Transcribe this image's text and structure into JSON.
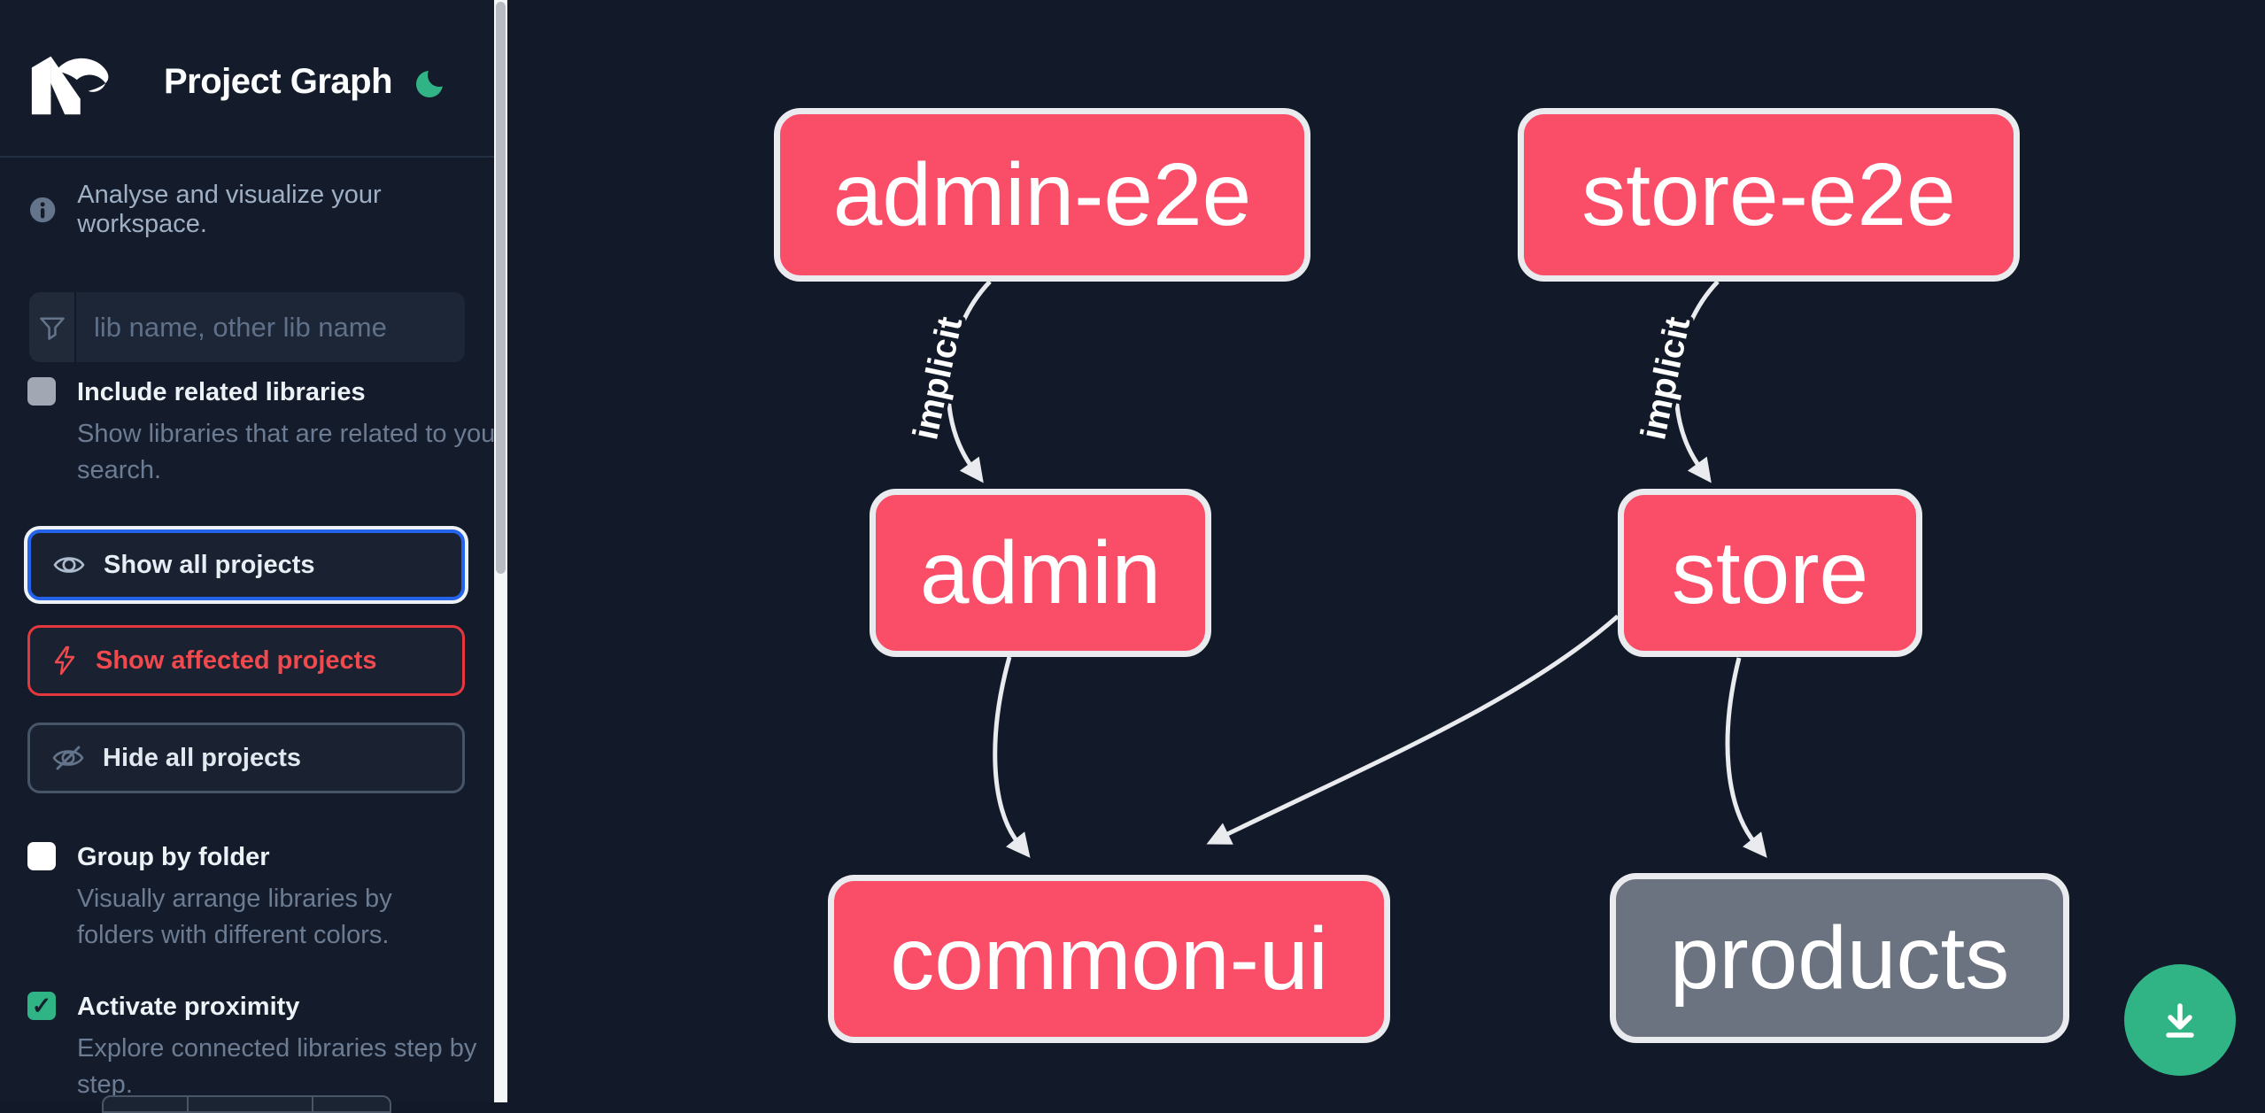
{
  "app": {
    "title": "Project Graph"
  },
  "sidebar": {
    "tagline": "Analyse and visualize your workspace.",
    "search": {
      "placeholder": "lib name, other lib name",
      "value": ""
    },
    "options": [
      {
        "label": "Include related libraries",
        "description": "Show libraries that are related to your search.",
        "checked": false,
        "muted": true
      },
      {
        "label": "Group by folder",
        "description": "Visually arrange libraries by folders with different colors.",
        "checked": false,
        "muted": false
      },
      {
        "label": "Activate proximity",
        "description": "Explore connected libraries step by step.",
        "checked": true,
        "muted": false
      }
    ],
    "actions": [
      {
        "label": "Show all projects",
        "icon": "eye-icon"
      },
      {
        "label": "Show affected projects",
        "icon": "lightning-bolt-icon"
      },
      {
        "label": "Hide all projects",
        "icon": "eye-off-icon"
      }
    ]
  },
  "graph": {
    "nodes": [
      {
        "id": "admin-e2e",
        "label": "admin-e2e",
        "kind": "affected"
      },
      {
        "id": "store-e2e",
        "label": "store-e2e",
        "kind": "affected"
      },
      {
        "id": "admin",
        "label": "admin",
        "kind": "affected"
      },
      {
        "id": "store",
        "label": "store",
        "kind": "affected"
      },
      {
        "id": "common-ui",
        "label": "common-ui",
        "kind": "affected"
      },
      {
        "id": "products",
        "label": "products",
        "kind": "normal"
      }
    ],
    "edges": [
      {
        "from": "admin-e2e",
        "to": "admin",
        "label": "implicit"
      },
      {
        "from": "store-e2e",
        "to": "store",
        "label": "implicit"
      },
      {
        "from": "admin",
        "to": "common-ui",
        "label": ""
      },
      {
        "from": "store",
        "to": "common-ui",
        "label": ""
      },
      {
        "from": "store",
        "to": "products",
        "label": ""
      }
    ]
  },
  "fab": {
    "action": "download"
  },
  "icons": {
    "logo": "nx-logo",
    "theme_toggle": "moon-icon",
    "info": "info-circle-icon",
    "search": "filter-funnel-icon",
    "download": "download-icon",
    "checked": "checkmark-icon"
  },
  "colors": {
    "affected_node": "#f94d68",
    "normal_node": "#6b7280",
    "edge": "#e9ebee",
    "accent_green": "#30b485",
    "focus_blue": "#2563eb",
    "danger_red": "#e5383e",
    "canvas_bg": "#121928",
    "sidebar_bg": "#141b2b"
  }
}
